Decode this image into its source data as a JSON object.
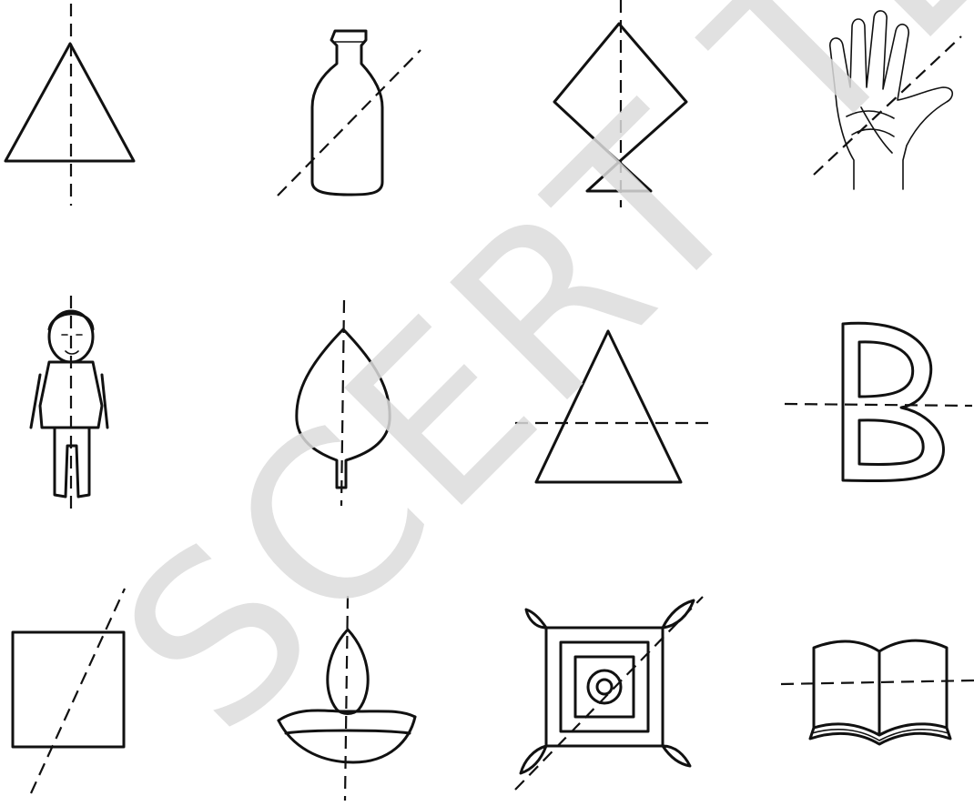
{
  "watermark": {
    "text": "SCERT TELANGANA",
    "color": "#dcdcdc"
  },
  "figures": [
    {
      "name": "triangle",
      "icon": "triangle-icon",
      "axis": "vertical"
    },
    {
      "name": "bottle",
      "icon": "bottle-icon",
      "axis": "diagonal"
    },
    {
      "name": "kite",
      "icon": "kite-icon",
      "axis": "vertical"
    },
    {
      "name": "hand",
      "icon": "hand-icon",
      "axis": "diagonal"
    },
    {
      "name": "boy",
      "icon": "boy-icon",
      "axis": "vertical"
    },
    {
      "name": "leaf",
      "icon": "leaf-icon",
      "axis": "vertical"
    },
    {
      "name": "triangle",
      "icon": "triangle-icon",
      "axis": "horizontal"
    },
    {
      "name": "letter-b",
      "icon": "letter-b-icon",
      "axis": "horizontal"
    },
    {
      "name": "square",
      "icon": "square-icon",
      "axis": "diagonal"
    },
    {
      "name": "diya-lamp",
      "icon": "diya-lamp-icon",
      "axis": "vertical"
    },
    {
      "name": "rangoli",
      "icon": "rangoli-icon",
      "axis": "diagonal"
    },
    {
      "name": "book",
      "icon": "book-icon",
      "axis": "horizontal"
    }
  ]
}
